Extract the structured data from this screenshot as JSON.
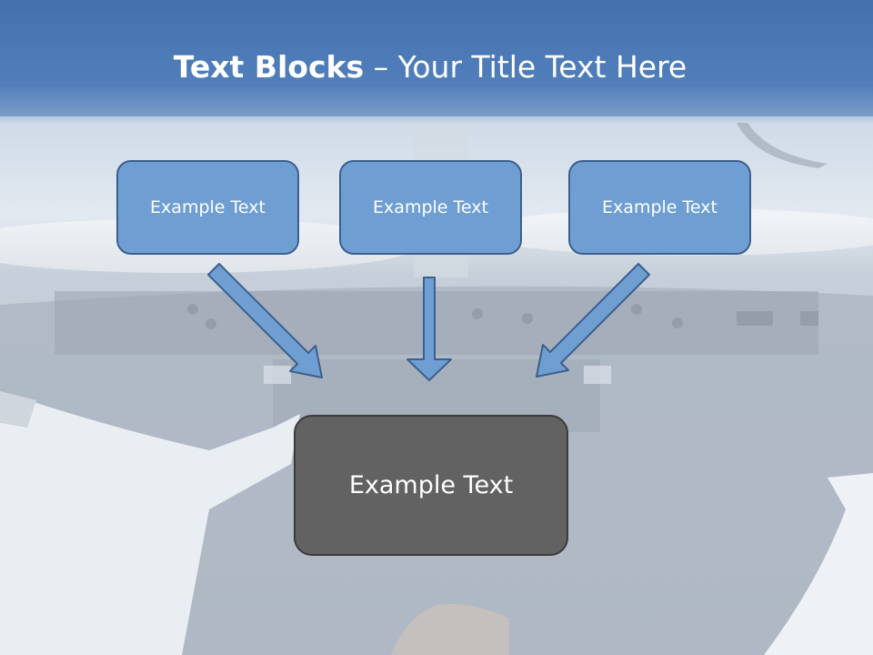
{
  "slide": {
    "title_bold": "Text Blocks",
    "title_dash": " – ",
    "title_rest": "Your Title Text Here",
    "boxes": [
      {
        "label": "Example Text"
      },
      {
        "label": "Example Text"
      },
      {
        "label": "Example Text"
      }
    ],
    "center_box": {
      "label": "Example Text"
    }
  },
  "colors": {
    "box_fill": "#6f9fd2",
    "box_border": "#3c5f8c",
    "center_fill": "#626262",
    "arrow_fill": "#6f9fd2",
    "sky_top": "#3d6ca6"
  }
}
